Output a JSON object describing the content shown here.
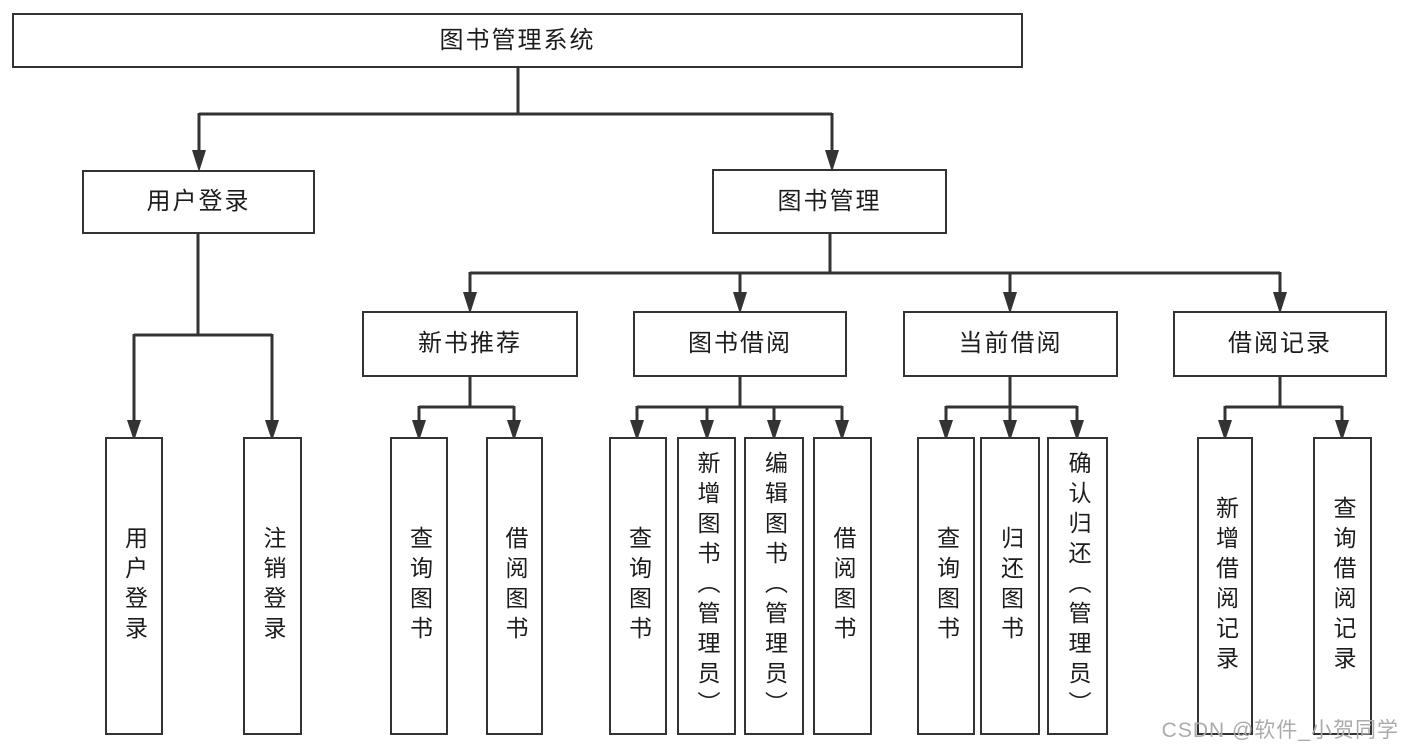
{
  "figure_type": "hierarchy-diagram",
  "tree": {
    "label": "图书管理系统",
    "children": [
      {
        "label": "用户登录",
        "children": [
          {
            "label": "用户登录"
          },
          {
            "label": "注销登录"
          }
        ]
      },
      {
        "label": "图书管理",
        "children": [
          {
            "label": "新书推荐",
            "children": [
              {
                "label": "查询图书"
              },
              {
                "label": "借阅图书"
              }
            ]
          },
          {
            "label": "图书借阅",
            "children": [
              {
                "label": "查询图书"
              },
              {
                "label": "新增图书（管理员）"
              },
              {
                "label": "编辑图书（管理员）"
              },
              {
                "label": "借阅图书"
              }
            ]
          },
          {
            "label": "当前借阅",
            "children": [
              {
                "label": "查询图书"
              },
              {
                "label": "归还图书"
              },
              {
                "label": "确认归还（管理员）"
              }
            ]
          },
          {
            "label": "借阅记录",
            "children": [
              {
                "label": "新增借阅记录"
              },
              {
                "label": "查询借阅记录"
              }
            ]
          }
        ]
      }
    ]
  },
  "watermark": {
    "text": "CSDN @软件_小贺同学"
  },
  "colors": {
    "background": "#ffffff",
    "line": "#333333",
    "box_border": "#333333",
    "box_fill": "#ffffff",
    "text": "#1c1c1c",
    "watermark": "#ababab"
  }
}
